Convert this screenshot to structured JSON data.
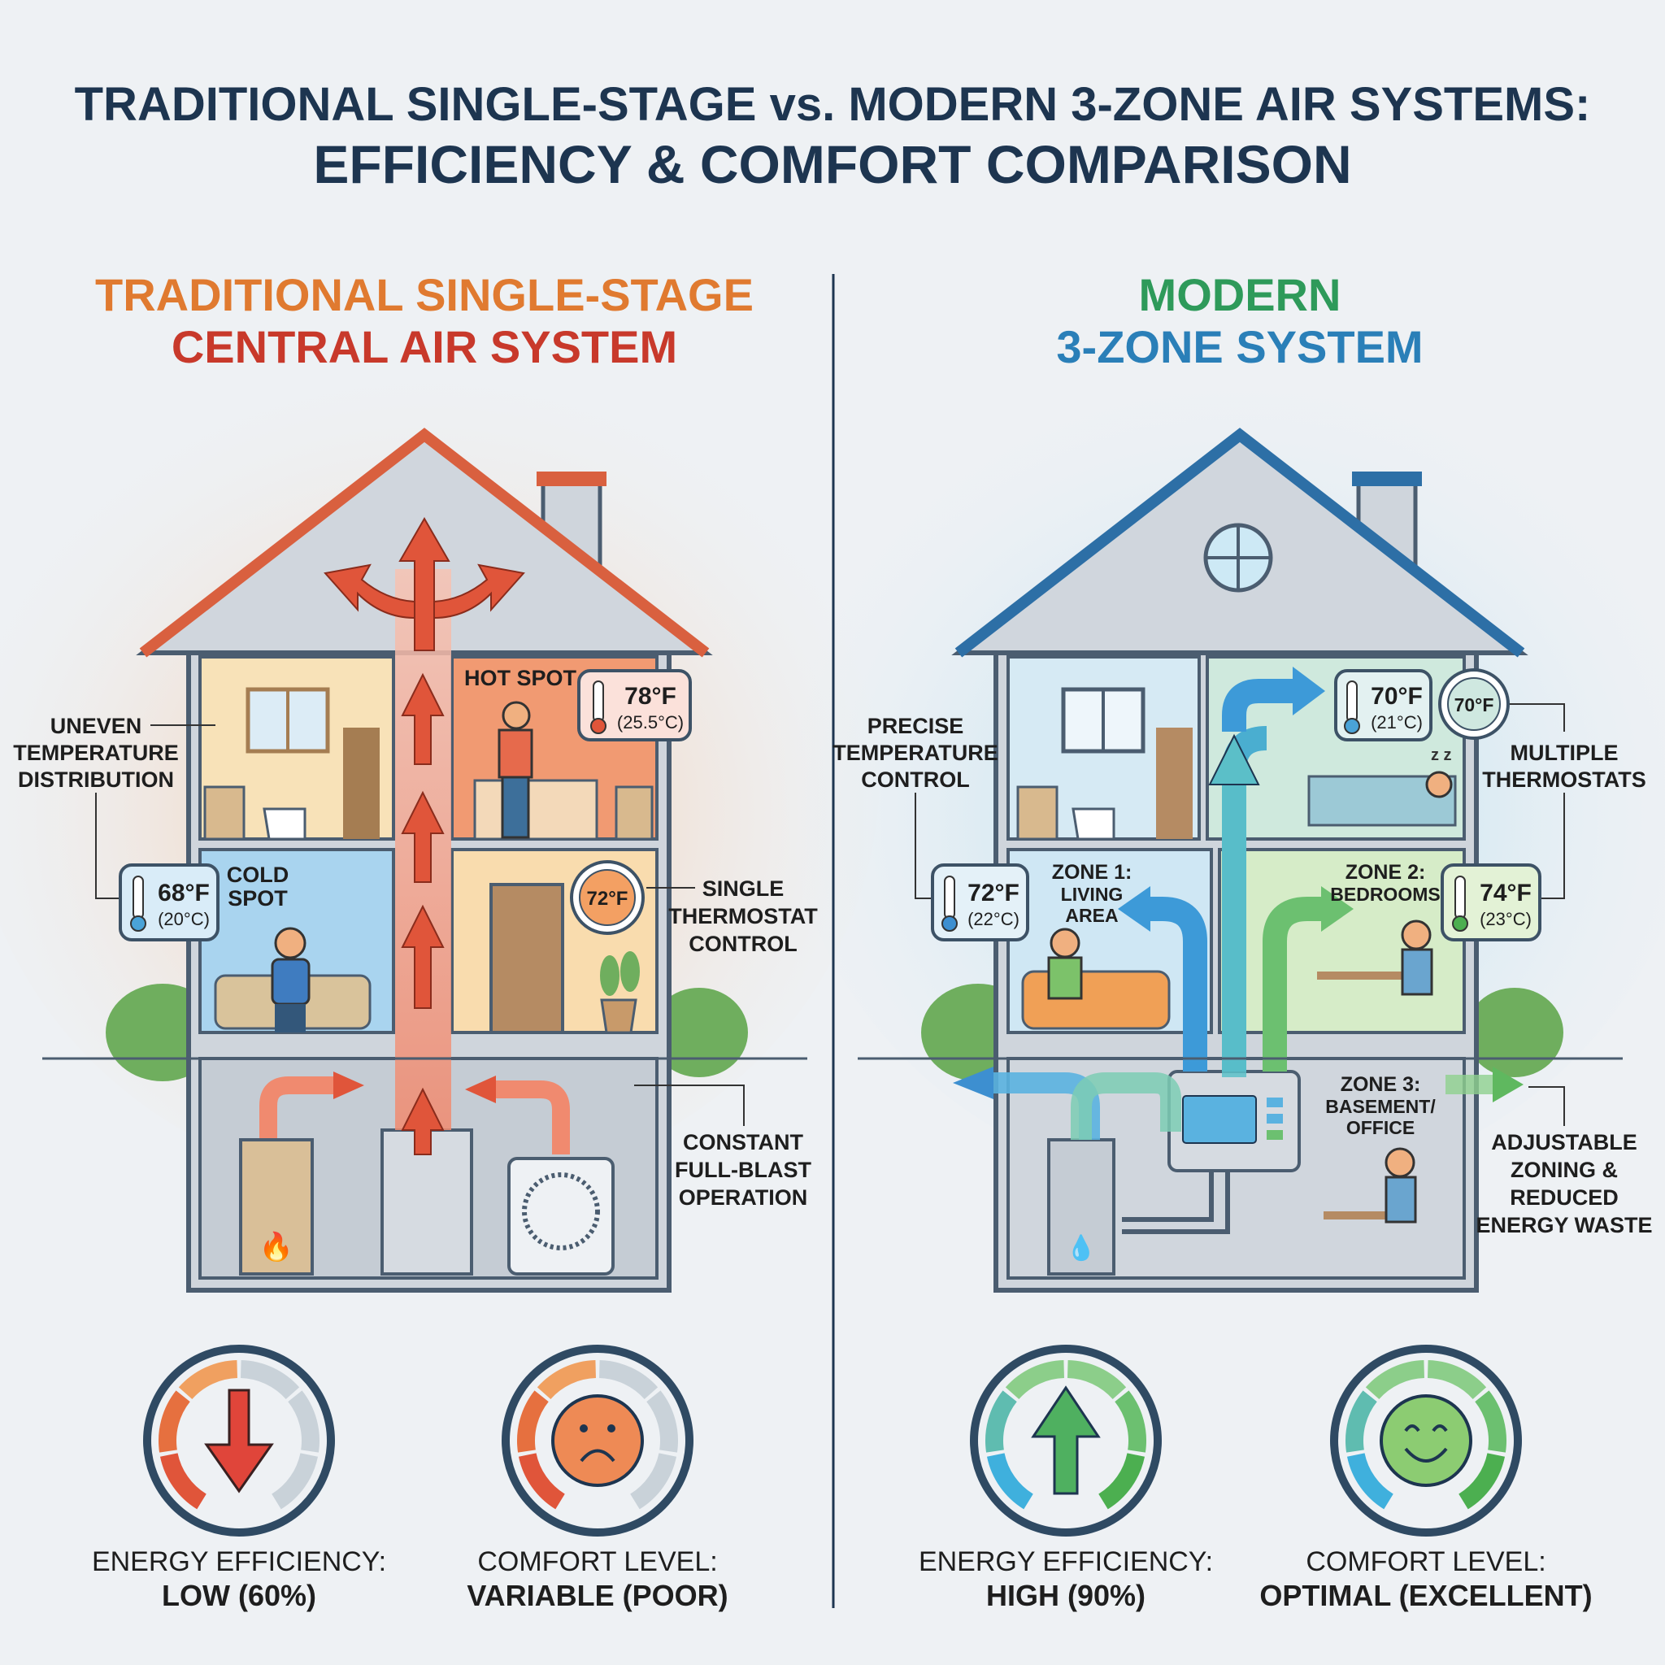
{
  "title": {
    "line1": "TRADITIONAL SINGLE-STAGE vs. MODERN 3-ZONE AIR SYSTEMS:",
    "line2": "EFFICIENCY & COMFORT COMPARISON"
  },
  "left": {
    "heading_line1": "TRADITIONAL SINGLE-STAGE",
    "heading_line2": "CENTRAL AIR SYSTEM",
    "callouts": {
      "uneven": [
        "UNEVEN",
        "TEMPERATURE",
        "DISTRIBUTION"
      ],
      "single": [
        "SINGLE",
        "THERMOSTAT",
        "CONTROL"
      ],
      "constant": [
        "CONSTANT",
        "FULL-BLAST",
        "OPERATION"
      ]
    },
    "hot_spot": "HOT SPOT",
    "hot_temp_f": "78°F",
    "hot_temp_c": "(25.5°C)",
    "cold_spot": [
      "COLD",
      "SPOT"
    ],
    "cold_temp_f": "68°F",
    "cold_temp_c": "(20°C)",
    "thermostat": "72°F",
    "metrics": [
      {
        "label": "ENERGY EFFICIENCY:",
        "value": "LOW (60%)",
        "icon": "arrow-down-icon"
      },
      {
        "label": "COMFORT LEVEL:",
        "value": "VARIABLE (POOR)",
        "icon": "sad-face-icon"
      }
    ]
  },
  "right": {
    "heading_line1": "MODERN",
    "heading_line2": "3-ZONE SYSTEM",
    "callouts": {
      "precise": [
        "PRECISE",
        "TEMPERATURE",
        "CONTROL"
      ],
      "multiple": [
        "MULTIPLE",
        "THERMOSTATS"
      ],
      "adjustable": [
        "ADJUSTABLE",
        "ZONING &",
        "REDUCED",
        "ENERGY WASTE"
      ]
    },
    "zone1": [
      "ZONE 1:",
      "LIVING",
      "AREA"
    ],
    "zone2": [
      "ZONE 2:",
      "BEDROOMS"
    ],
    "zone3": [
      "ZONE 3:",
      "BASEMENT/",
      "OFFICE"
    ],
    "upstairs_temp_f": "70°F",
    "upstairs_temp_c": "(21°C)",
    "upstairs_thermostat": "70°F",
    "zone1_temp_f": "72°F",
    "zone1_temp_c": "(22°C)",
    "zone2_temp_f": "74°F",
    "zone2_temp_c": "(23°C)",
    "sleep_icon_text": "z z",
    "metrics": [
      {
        "label": "ENERGY EFFICIENCY:",
        "value": "HIGH (90%)",
        "icon": "arrow-up-icon"
      },
      {
        "label": "COMFORT LEVEL:",
        "value": "OPTIMAL (EXCELLENT)",
        "icon": "smile-face-icon"
      }
    ]
  },
  "colors": {
    "title": "#1d3550",
    "left_heading_top": "#e07a30",
    "left_heading_bottom": "#c8392b",
    "right_heading_top": "#2e9a5a",
    "right_heading_bottom": "#2a7fb8",
    "hot": "#e0553a",
    "cold": "#4aa3d8",
    "green": "#4caf50"
  }
}
